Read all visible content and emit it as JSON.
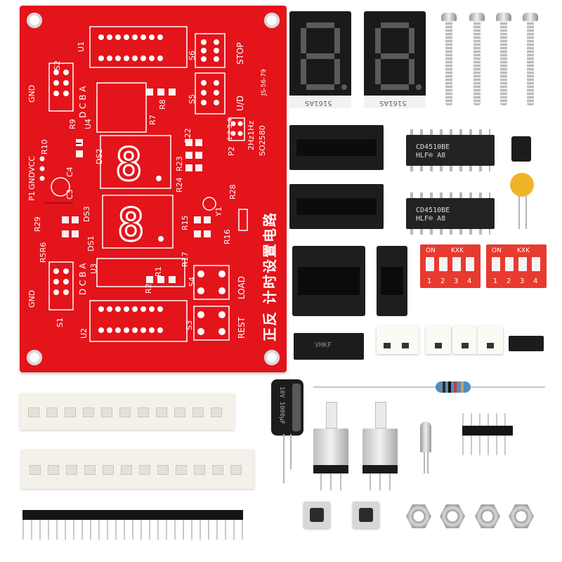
{
  "scene": "DIY electronics kit components photo",
  "pcb": {
    "labels": {
      "u1": "U1",
      "s2": "S2",
      "s6": "S6",
      "s5": "S5",
      "s4": "S4",
      "s3": "S3",
      "s1": "S1",
      "stop": "STOP",
      "ud": "U/D",
      "load": "LOAD",
      "rest": "REST",
      "gnd_top": "GND",
      "gnd_bottom": "GND",
      "gndvcc": "GNDVCC",
      "dcba_top": "D C B A",
      "dcba_bottom": "D C B A",
      "r9": "R9",
      "r10": "R10",
      "r8": "R8",
      "r7": "R7",
      "u4": "U4",
      "c4": "C4",
      "c3": "C3",
      "ds2": "DS2",
      "ds3": "DS3",
      "ds1": "DS1",
      "r22": "R22",
      "r23": "R23",
      "r24": "R24",
      "p1": "P1",
      "p2": "P2",
      "r28": "R28",
      "y1": "Y1",
      "r29": "R29",
      "r5r6": "R5R6",
      "r15": "R15",
      "r16": "R16",
      "r17": "R17",
      "u3": "U3",
      "r1": "R1",
      "r2": "R2",
      "u2": "U2",
      "freq": "2Hz1Hz",
      "model": "SO2580",
      "code": "JS-56-79",
      "jumper_nums": "1 2 3 4",
      "title_cn": "正反 计时设置电路"
    }
  },
  "displays": {
    "left_label": "5161AS",
    "right_label": "5161AS"
  },
  "chips": {
    "ic_top": {
      "line1": "CD4510BE",
      "line2": "HLF® A8"
    },
    "ic_bottom": {
      "line1": "CD4510BE",
      "line2": "HLF® A8"
    },
    "smd_ic_label": "VHKF"
  },
  "dip_switches": [
    {
      "on": "ON",
      "brand": "KXK",
      "numbers": [
        "1",
        "2",
        "3",
        "4"
      ]
    },
    {
      "on": "ON",
      "brand": "KXK",
      "numbers": [
        "1",
        "2",
        "3",
        "4"
      ]
    }
  ],
  "capacitor": {
    "text": "10V 1000µF"
  },
  "colors": {
    "pcb": "#e4141b",
    "silkscreen": "#ffffff",
    "ceramic_cap": "#f0b429",
    "resistor": "#4f8fc0"
  }
}
